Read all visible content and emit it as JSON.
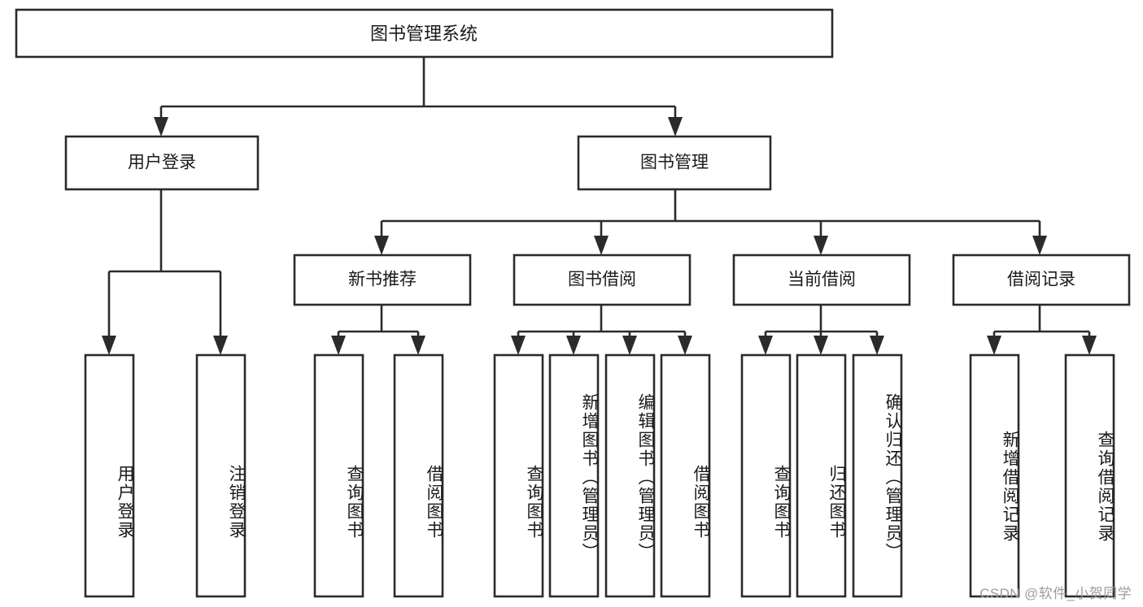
{
  "diagram": {
    "type": "tree-hierarchy",
    "title": "图书管理系统",
    "watermark": "CSDN @软件_小贺同学",
    "colors": {
      "box_fill": "#ffffff",
      "box_stroke": "#2b2b2b",
      "text": "#1a1a1a",
      "watermark": "#9d9d9d",
      "background": "#ffffff"
    },
    "root": {
      "id": "root",
      "label": "图书管理系统"
    },
    "level2": [
      {
        "id": "user-login",
        "label": "用户登录"
      },
      {
        "id": "book-management",
        "label": "图书管理"
      }
    ],
    "level3": [
      {
        "id": "new-book-recommend",
        "label": "新书推荐",
        "parent": "book-management"
      },
      {
        "id": "book-borrow",
        "label": "图书借阅",
        "parent": "book-management"
      },
      {
        "id": "current-borrow",
        "label": "当前借阅",
        "parent": "book-management"
      },
      {
        "id": "borrow-record",
        "label": "借阅记录",
        "parent": "book-management"
      }
    ],
    "leaves": [
      {
        "id": "leaf-user-login",
        "label": "用户登录",
        "parent": "user-login"
      },
      {
        "id": "leaf-logout-login",
        "label": "注销登录",
        "parent": "user-login"
      },
      {
        "id": "leaf-query-book-1",
        "label": "查询图书",
        "parent": "new-book-recommend"
      },
      {
        "id": "leaf-borrow-book-1",
        "label": "借阅图书",
        "parent": "new-book-recommend"
      },
      {
        "id": "leaf-query-book-2",
        "label": "查询图书",
        "parent": "book-borrow"
      },
      {
        "id": "leaf-add-book",
        "label": "新增图书（管理员）",
        "parent": "book-borrow"
      },
      {
        "id": "leaf-edit-book",
        "label": "编辑图书（管理员）",
        "parent": "book-borrow"
      },
      {
        "id": "leaf-borrow-book-2",
        "label": "借阅图书",
        "parent": "book-borrow"
      },
      {
        "id": "leaf-query-book-3",
        "label": "查询图书",
        "parent": "current-borrow"
      },
      {
        "id": "leaf-return-book",
        "label": "归还图书",
        "parent": "current-borrow"
      },
      {
        "id": "leaf-confirm-return",
        "label": "确认归还（管理员）",
        "parent": "current-borrow"
      },
      {
        "id": "leaf-add-record",
        "label": "新增借阅记录",
        "parent": "borrow-record"
      },
      {
        "id": "leaf-query-record",
        "label": "查询借阅记录",
        "parent": "borrow-record"
      }
    ]
  }
}
